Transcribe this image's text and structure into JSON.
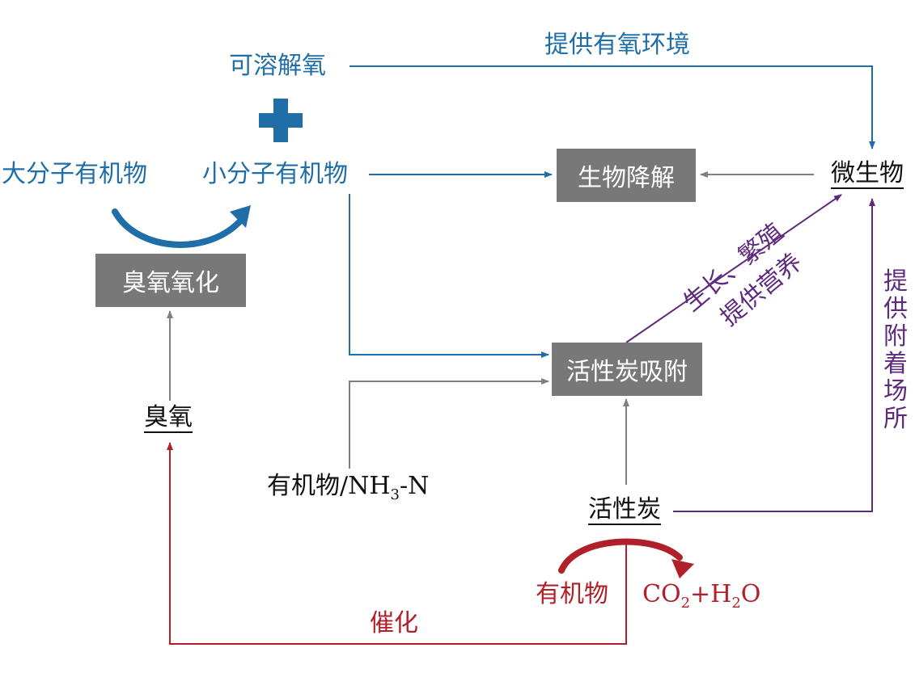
{
  "nodes": {
    "dissolved_oxygen": "可溶解氧",
    "macro_organics": "大分子有机物",
    "small_organics": "小分子有机物",
    "ozone_oxidation": "臭氧氧化",
    "ozone": "臭氧",
    "biodegradation": "生物降解",
    "microorganisms": "微生物",
    "ac_adsorption": "活性炭吸附",
    "organics_nh3n_prefix": "有机物/NH",
    "organics_nh3n_sub": "3",
    "organics_nh3n_suffix": "-N",
    "activated_carbon": "活性炭",
    "organics": "有机物",
    "co2_h2o_a": "CO",
    "co2_h2o_sub1": "2",
    "co2_h2o_b": "+H",
    "co2_h2o_sub2": "2",
    "co2_h2o_c": "O"
  },
  "edge_labels": {
    "aerobic_env": "提供有氧环境",
    "growth": "生长、繁殖",
    "nutrition": "提供营养",
    "attachment_chars": [
      "提",
      "供",
      "附",
      "着",
      "场",
      "所"
    ],
    "catalysis": "催化"
  },
  "colors": {
    "blue": "#1f6ea8",
    "gray": "#808080",
    "purple": "#5e2a7e",
    "red": "#b0202a",
    "box_fill": "#787878"
  }
}
